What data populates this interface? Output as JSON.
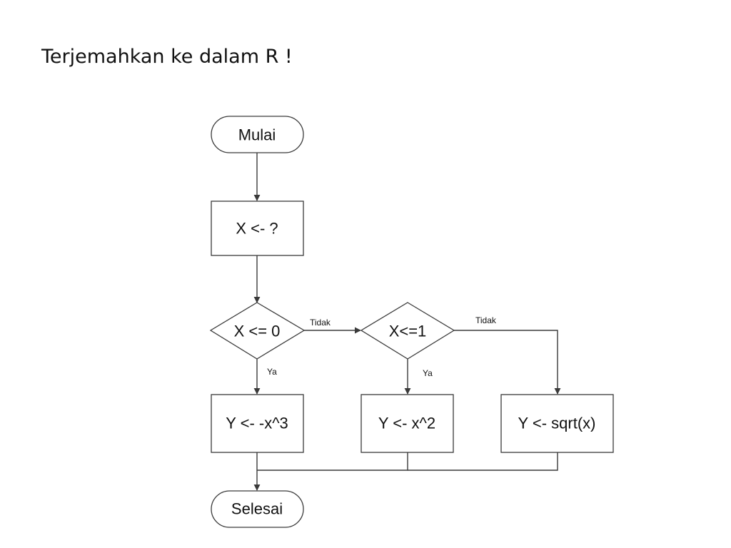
{
  "slide": {
    "title": "Terjemahkan ke dalam R !"
  },
  "flowchart": {
    "nodes": {
      "start": "Mulai",
      "input": "X <- ?",
      "decision1": "X <= 0",
      "decision2": "X<=1",
      "process1": "Y <- -x^3",
      "process2": "Y <- x^2",
      "process3": "Y <- sqrt(x)",
      "end": "Selesai"
    },
    "edge_labels": {
      "d1_no": "Tidak",
      "d1_yes": "Ya",
      "d2_no": "Tidak",
      "d2_yes": "Ya"
    }
  }
}
